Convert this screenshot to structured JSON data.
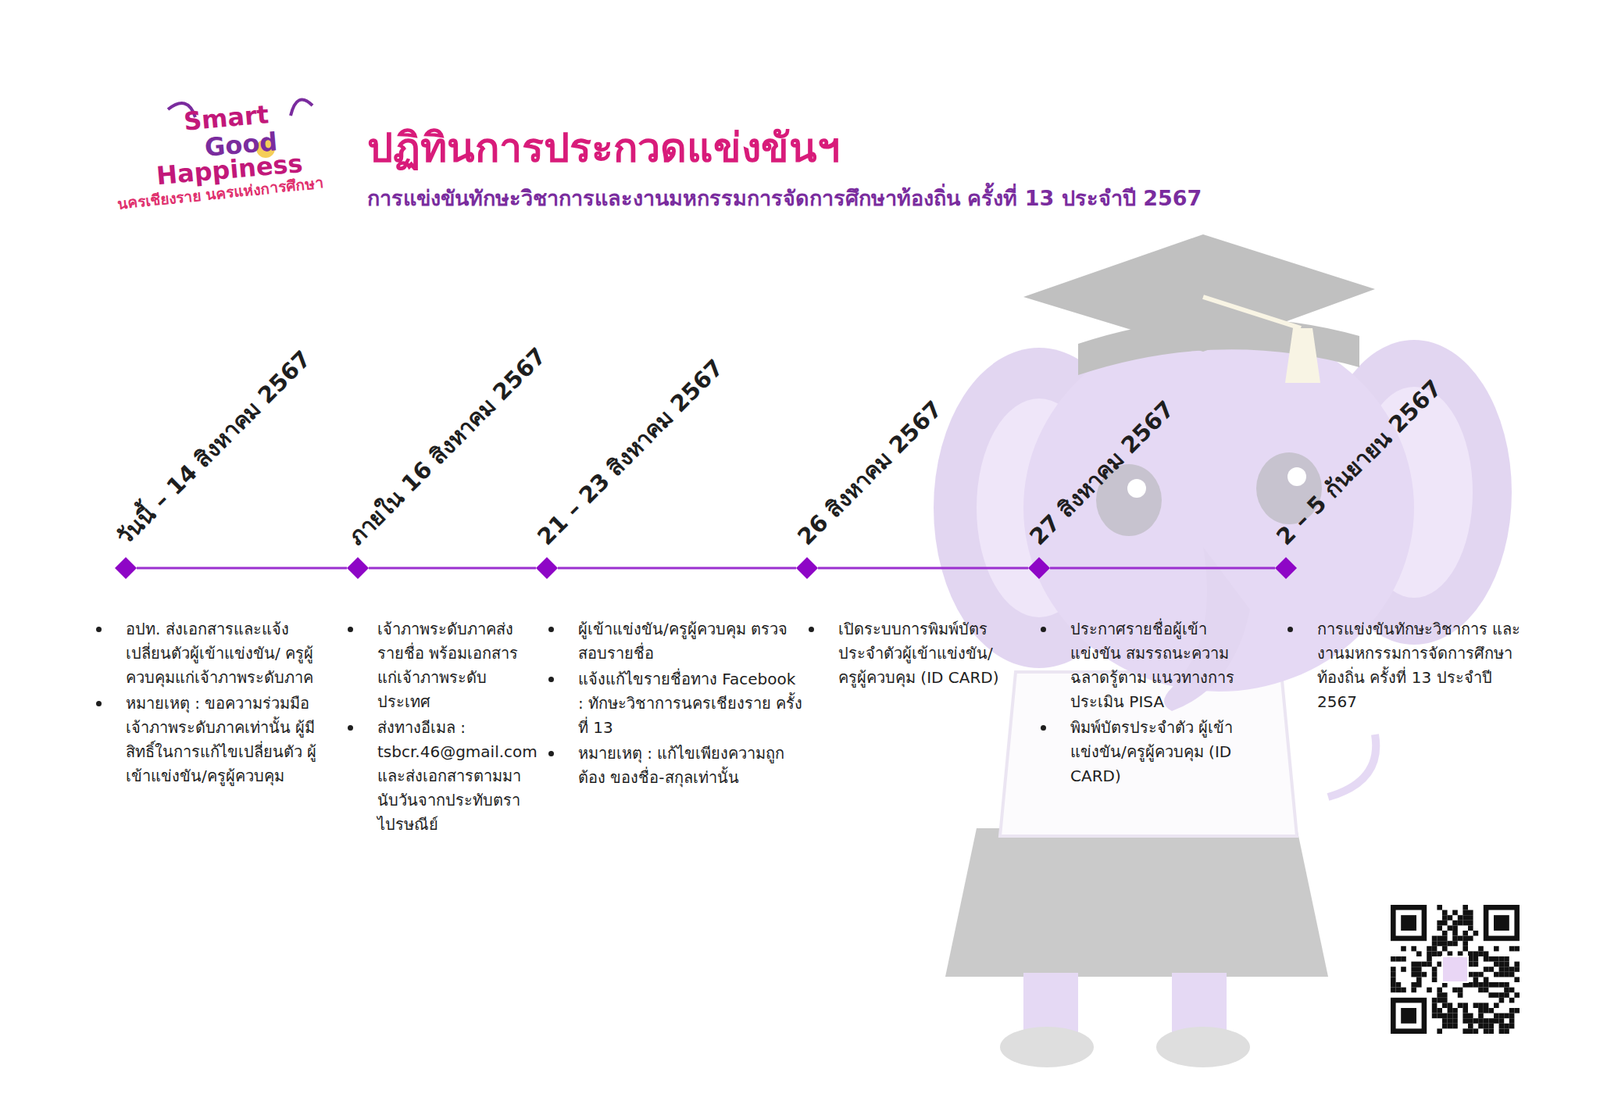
{
  "diagram": {
    "title": "ปฏิทินการประกวดแข่งขันฯ",
    "nodes": [
      {
        "text": [
          "วันนี้ – 14 สิงหาคม 2567",
          "อปท. ส่งเอกสารและแจ้ง เปลี่ยนตัวผู้เข้าแข่งขัน/ ครูผู้ควบคุมแก่เจ้าภาพระดับภาค",
          "หมายเหตุ : ขอความร่วมมือ เจ้าภาพระดับภาคเท่านั้น ผู้มีสิทธิ์ในการแก้ไขเปลี่ยนตัว ผู้เข้าแข่งขัน/ครูผู้ควบคุม"
        ]
      },
      {
        "text": [
          "ภายใน 16 สิงหาคม 2567",
          "เจ้าภาพระดับภาคส่ง รายชื่อ พร้อมเอกสาร แก่เจ้าภาพระดับประเทศ",
          "ส่งทางอีเมล : tsbcr.46@gmail.com และส่งเอกสารตามมา นับวันจากประทับตรา ไปรษณีย์"
        ]
      },
      {
        "text": [
          "21 – 23 สิงหาคม 2567",
          "ผู้เข้าแข่งขัน/ครูผู้ควบคุม ตรวจสอบรายชื่อ",
          "แจ้งแก้ไขรายชื่อทาง Facebook : ทักษะวิชาการนครเชียงราย ครั้งที่ 13",
          "หมายเหตุ : แก้ไขเพียงความถูกต้อง ของชื่อ-สกุลเท่านั้น"
        ]
      },
      {
        "text": [
          "26 สิงหาคม 2567",
          "เปิดระบบการพิมพ์บัตร ประจำตัวผู้เข้าแข่งขัน/ ครูผู้ควบคุม (ID CARD)"
        ]
      },
      {
        "text": [
          "27 สิงหาคม 2567",
          "ประกาศรายชื่อผู้เข้าแข่งขัน สมรรถนะความฉลาดรู้ตาม แนวทางการประเมิน PISA",
          "พิมพ์บัตรประจำตัว ผู้เข้าแข่งขัน/ครูผู้ควบคุม (ID CARD)"
        ]
      },
      {
        "text": [
          "2 – 5 กันยายน 2567",
          "การแข่งขันทักษะวิชาการ และงานมหกรรมการจัดการศึกษา ท้องถิ่น ครั้งที่ 13 ประจำปี 2567"
        ]
      }
    ],
    "edges": [
      {
        "from": 0,
        "to": 1,
        "arrow": "none"
      },
      {
        "from": 1,
        "to": 2,
        "arrow": "none"
      },
      {
        "from": 2,
        "to": 3,
        "arrow": "none"
      },
      {
        "from": 3,
        "to": 4,
        "arrow": "none"
      },
      {
        "from": 4,
        "to": 5,
        "arrow": "none"
      }
    ],
    "labels": [
      "การแข่งขันทักษะวิชาการและงานมหกรรมการจัดการศึกษาท้องถิ่น ครั้งที่ 13 ประจำปี 2567",
      "Smart",
      "Good",
      "Happiness",
      "นครเชียงราย นครแห่งการศึกษา"
    ]
  }
}
